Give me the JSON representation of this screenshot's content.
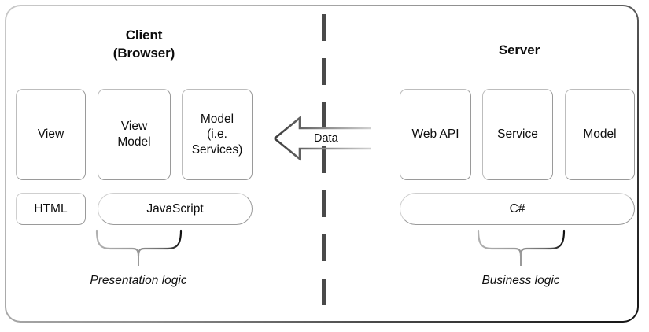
{
  "diagram": {
    "title_client": "Client\n(Browser)",
    "title_server": "Server",
    "data_flow_label": "Data",
    "client": {
      "tier_cards": [
        {
          "label": "View"
        },
        {
          "label": "View\nModel"
        },
        {
          "label": "Model\n(i.e.\nServices)"
        }
      ],
      "language_pills": [
        {
          "label": "HTML"
        },
        {
          "label": "JavaScript"
        }
      ],
      "brace_caption": "Presentation logic"
    },
    "server": {
      "tier_cards": [
        {
          "label": "Web API"
        },
        {
          "label": "Service"
        },
        {
          "label": "Model"
        }
      ],
      "language_pills": [
        {
          "label": "C#"
        }
      ],
      "brace_caption": "Business logic"
    },
    "colors": {
      "frame_light": "#c9c9c9",
      "frame_dark": "#141414",
      "card_border": "#bdbdbd",
      "card_shadow": "#111111",
      "divider": "#4a4a4a",
      "arrow_outline": "#3a3a3a",
      "brace": "#8c8c8c",
      "text": "#0d0d0d",
      "background": "#ffffff"
    },
    "icons": {
      "divider": "dashed-vertical-divider-icon",
      "arrow": "left-block-arrow-icon",
      "client_brace": "curly-brace-down-icon",
      "server_brace": "curly-brace-down-icon"
    }
  }
}
